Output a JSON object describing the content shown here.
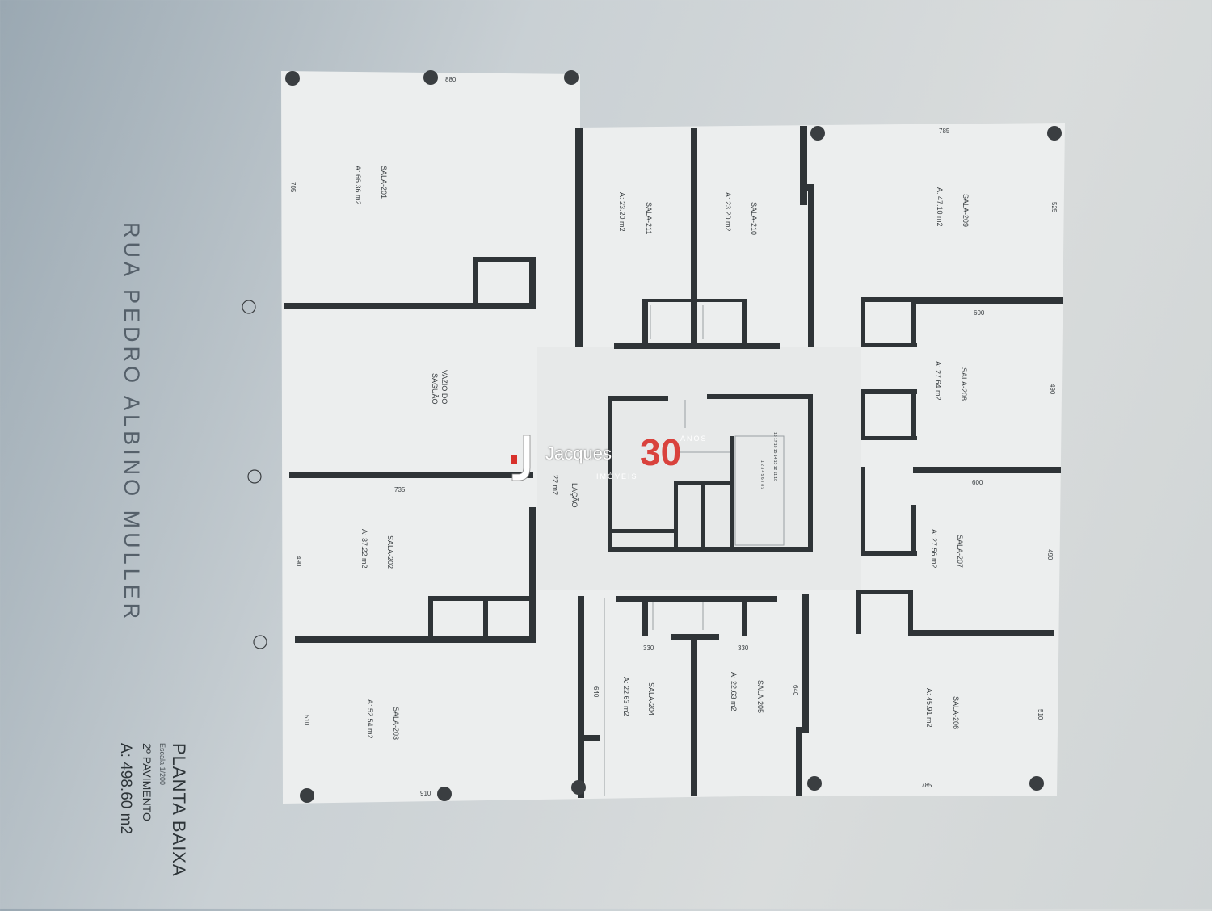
{
  "street": "RUA PEDRO ALBINO MULLER",
  "title": {
    "heading": "PLANTA BAIXA",
    "scale": "Escala 1/200",
    "floor": "2º PAVIMENTO",
    "area": "A: 498.60 m2"
  },
  "rooms": {
    "r201": {
      "name": "SALA-201",
      "area": "A: 66.36 m2"
    },
    "r202": {
      "name": "SALA-202",
      "area": "A: 37.22 m2"
    },
    "r203": {
      "name": "SALA-203",
      "area": "A: 52.54 m2"
    },
    "r204": {
      "name": "SALA-204",
      "area": "A: 22.63 m2"
    },
    "r205": {
      "name": "SALA-205",
      "area": "A: 22.63 m2"
    },
    "r206": {
      "name": "SALA-206",
      "area": "A: 45.91 m2"
    },
    "r207": {
      "name": "SALA-207",
      "area": "A: 27.56 m2"
    },
    "r208": {
      "name": "SALA-208",
      "area": "A: 27.64 m2"
    },
    "r209": {
      "name": "SALA-209",
      "area": "A: 47.10 m2"
    },
    "r210": {
      "name": "SALA-210",
      "area": "A: 23.20 m2"
    },
    "r211": {
      "name": "SALA-211",
      "area": "A: 23.20 m2"
    },
    "void": {
      "line1": "VAZIO DO",
      "line2": "SAGUÃO"
    },
    "circ": {
      "name": "LAÇÃO",
      "area": "22 m2"
    }
  },
  "dims": {
    "d880": "880",
    "d705": "705",
    "d785a": "785",
    "d525": "525",
    "d600a": "600",
    "d490a": "490",
    "d600b": "600",
    "d490b": "490",
    "d735": "735",
    "d490c": "490",
    "d330a": "330",
    "d330b": "330",
    "d640a": "640",
    "d640b": "640",
    "d510a": "510",
    "d510b": "510",
    "d910": "910",
    "d785b": "785"
  },
  "stairs": {
    "row1": "16  17  18  15  14  13  12  11  10",
    "row2": "1  2  3  4  5  6  7  8  9"
  },
  "logo": {
    "name": "Jacques",
    "sub": "IMÓVEIS",
    "number": "30",
    "anos": "ANOS"
  },
  "colors": {
    "wall": "#2f3437",
    "paper": "#eceeee",
    "accent": "#d8312b"
  }
}
